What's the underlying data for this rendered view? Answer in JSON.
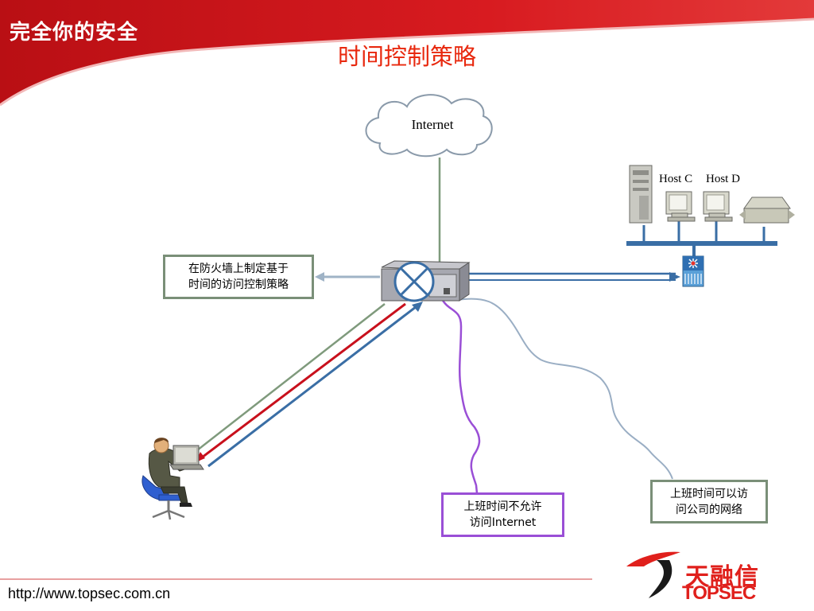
{
  "header": {
    "slogan": "完全你的安全",
    "title": "时间控制策略",
    "banner_color": "#d4161a"
  },
  "diagram": {
    "cloud_label": "Internet",
    "hosts": [
      {
        "label": "Host C"
      },
      {
        "label": "Host D"
      }
    ],
    "notes": {
      "policy": {
        "lines": [
          "在防火墙上制定基于",
          "时间的访问控制策略"
        ]
      },
      "deny": {
        "lines": [
          "上班时间不允许",
          "访问Internet"
        ]
      },
      "allow": {
        "lines": [
          "上班时间可以访",
          "问公司的网络"
        ]
      }
    },
    "colors": {
      "link_gray": "#7f9a7c",
      "link_red": "#c8101c",
      "link_blue": "#3a6ea5",
      "path_purple": "#9a4fd6",
      "path_gray": "#9aaec4",
      "lan_bus": "#3a6ea5"
    },
    "icons": [
      "firewall-icon",
      "internet-cloud-icon",
      "server-icon",
      "workstation-icon",
      "printer-icon",
      "switch-icon",
      "user-at-laptop-icon"
    ]
  },
  "footer": {
    "url": "http://www.topsec.com.cn",
    "logo_cn": "天融信",
    "logo_en": "TOPSEC"
  }
}
